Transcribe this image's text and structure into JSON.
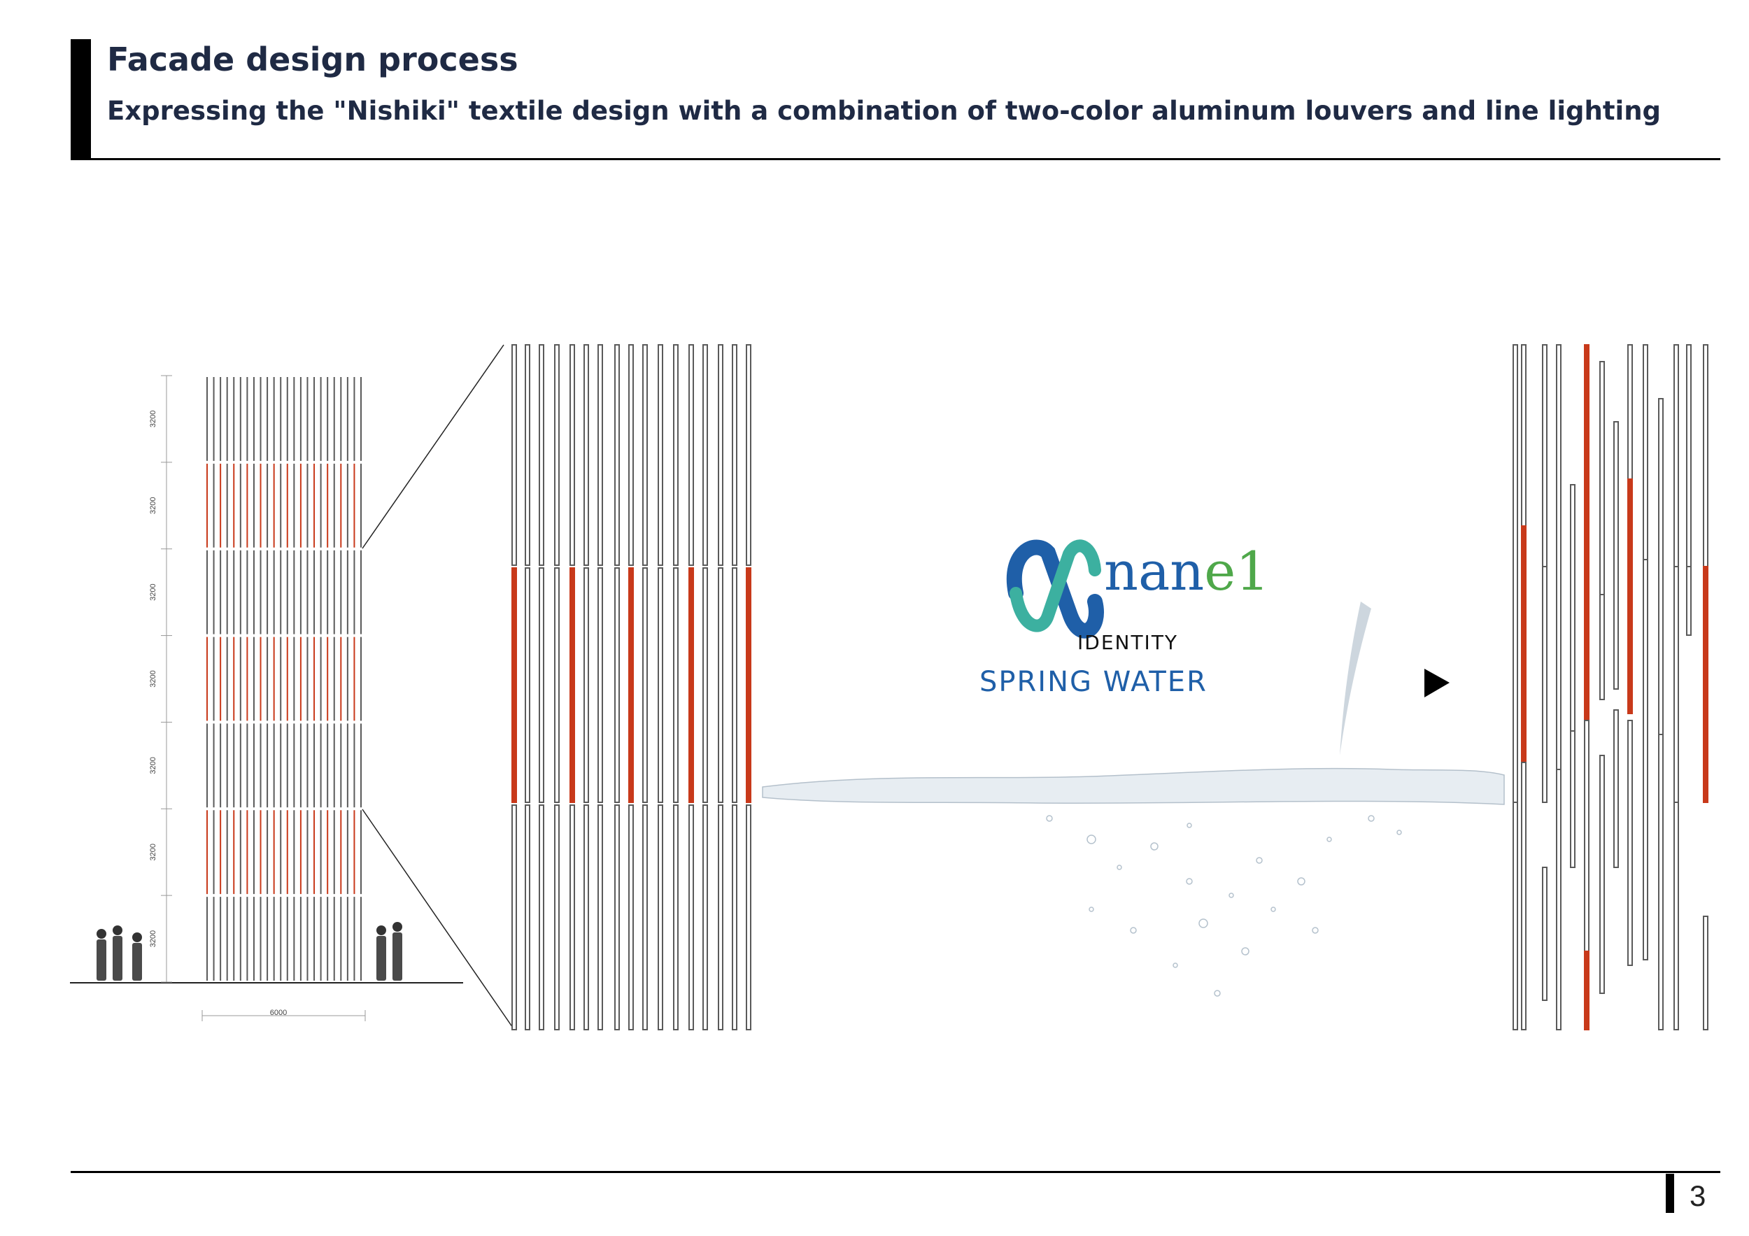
{
  "header": {
    "title": "Facade design process",
    "subtitle": "Expressing the \"Nishiki\" textile design with a combination of two-color aluminum louvers and line lighting"
  },
  "elevation": {
    "level_heights": [
      "3200",
      "3200",
      "3200",
      "3200",
      "3200",
      "3200",
      "3200"
    ],
    "width_dimension": "6000"
  },
  "logo": {
    "brand_main": "nan",
    "brand_accent": "e1",
    "identity": "IDENTITY",
    "product": "SPRING WATER"
  },
  "footer": {
    "page_number": "3"
  },
  "colors": {
    "louver_dark": "#5a5a5a",
    "louver_red": "#c8391a",
    "brand_blue": "#1f5fa8",
    "brand_green": "#4fa84a"
  }
}
